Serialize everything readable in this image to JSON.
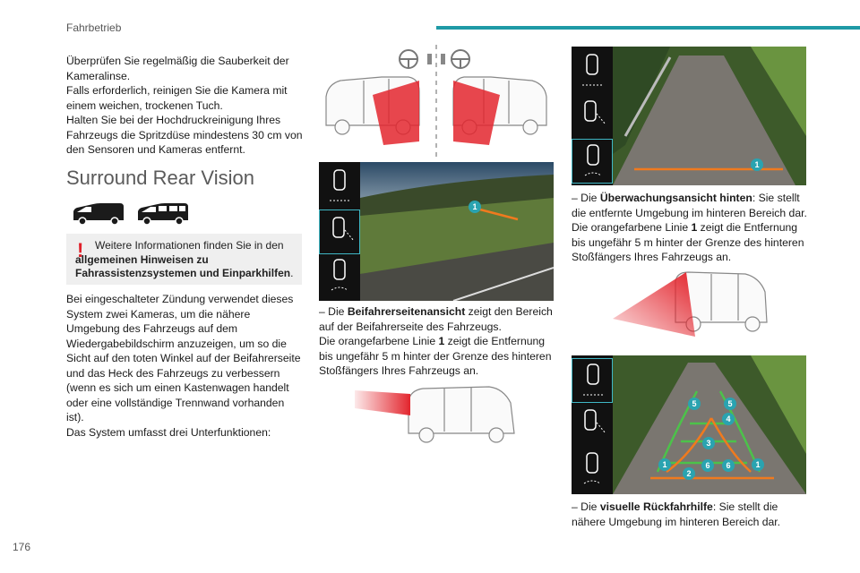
{
  "header": {
    "section": "Fahrbetrieb",
    "accent": "#1f9aa6"
  },
  "page_number": "176",
  "left": {
    "intro": [
      "Überprüfen Sie regelmäßig die Sauberkeit der Kameralinse.",
      "Falls erforderlich, reinigen Sie die Kamera mit einem weichen, trockenen Tuch.",
      "Halten Sie bei der Hochdruckreinigung Ihres Fahrzeugs die Spritzdüse mindestens 30 cm von den Sensoren und Kameras entfernt."
    ],
    "title": "Surround Rear Vision",
    "notice": {
      "mark": "!",
      "pre": "Weitere Informationen finden Sie in den ",
      "bold": "allgemeinen Hinweisen zu Fahrassistenzsystemen und Einparkhilfen",
      "post": "."
    },
    "body": "Bei eingeschalteter Zündung verwendet dieses System zwei Kameras, um die nähere Umgebung des Fahrzeugs auf dem Wiedergabebildschirm anzuzeigen, um so die Sicht auf den toten Winkel auf der Beifahrerseite und das Heck des Fahrzeugs zu verbessern (wenn es sich um einen Kastenwagen handelt oder eine vollständige Trennwand vorhanden ist).",
    "body2": "Das System umfasst drei Unterfunktionen:"
  },
  "middle": {
    "dash": "–",
    "pre": " Die ",
    "bold": "Beifahrerseitenansicht",
    "post": " zeigt den Bereich auf der Beifahrerseite des Fahrzeugs.",
    "line2_pre": "Die orangefarbene Linie ",
    "line2_num": "1",
    "line2_post": " zeigt die Entfernung bis ungefähr 5 m hinter der Grenze des hinteren Stoßfängers Ihres Fahrzeugs an.",
    "badge": "1"
  },
  "right": {
    "dash": "–",
    "pre": " Die ",
    "bold": "Überwachungsansicht hinten",
    "post": ": Sie stellt die entfernte Umgebung im hinteren Bereich dar.",
    "line2_pre": "Die orangefarbene Linie ",
    "line2_num": "1",
    "line2_post": " zeigt die Entfernung bis ungefähr 5 m hinter der Grenze des hinteren Stoßfängers Ihres Fahrzeugs an.",
    "badge": "1",
    "assist_pre": " Die ",
    "assist_bold": "visuelle Rückfahrhilfe",
    "assist_post": ": Sie stellt die nähere Umgebung im hinteren Bereich dar.",
    "guide_badges": {
      "b1": "1",
      "b2": "2",
      "b3": "3",
      "b4": "4",
      "b5": "5",
      "b6": "6"
    }
  },
  "colors": {
    "zone_red": "#e3262e",
    "guide_orange": "#f07a1e",
    "guide_green": "#4cc24a",
    "selected_frame": "#3fb7c4"
  }
}
